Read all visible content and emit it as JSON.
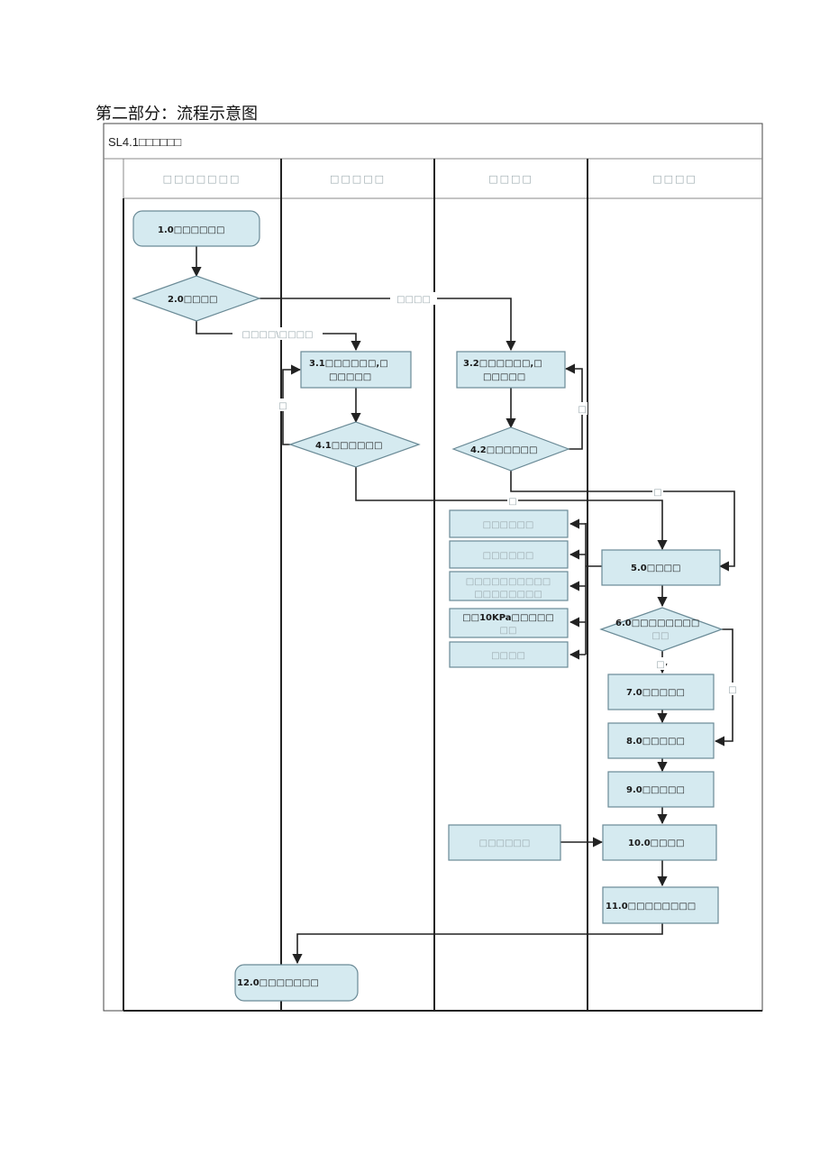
{
  "page": {
    "section_title": "第二部分：流程示意图"
  },
  "diagram": {
    "title": "SL4.1□□□□□□",
    "lanes": [
      "□□□□□□□",
      "□□□□□",
      "□□□□",
      "□□□□"
    ],
    "nodes": {
      "n10": "1.0□□□□□□",
      "n20": "2.0□□□□",
      "n31": [
        "3.1□□□□□□,□",
        "□□□□□"
      ],
      "n32": [
        "3.2□□□□□□,□",
        "□□□□□"
      ],
      "n41": "4.1□□□□□□",
      "n42": "4.2□□□□□□",
      "side1": "□□□□□□",
      "side2": "□□□□□□",
      "side3": [
        "□□□□□□□□□□",
        "□□□□□□□□"
      ],
      "side4": [
        "□□10KPa□□□□□",
        "□□"
      ],
      "side5": "□□□□",
      "n50": "5.0□□□□",
      "n60": [
        "6.0□□□□□□□□",
        "□□"
      ],
      "n70": "7.0□□□□□",
      "n80": "8.0□□□□□",
      "n90": "9.0□□□□□",
      "input10": "□□□□□□",
      "n100": "10.0□□□□",
      "n110": "11.0□□□□□□□□",
      "n120": "12.0□□□□□□□"
    },
    "edge_labels": {
      "e20_to_32": "□□□□",
      "e20_to_31": "□□□□\\□□□□",
      "e41_back": "□",
      "e42_back": "□",
      "e41_to_50": "□",
      "e42_to_50": "□",
      "e60_down": "□",
      "e60_right": "□"
    }
  }
}
